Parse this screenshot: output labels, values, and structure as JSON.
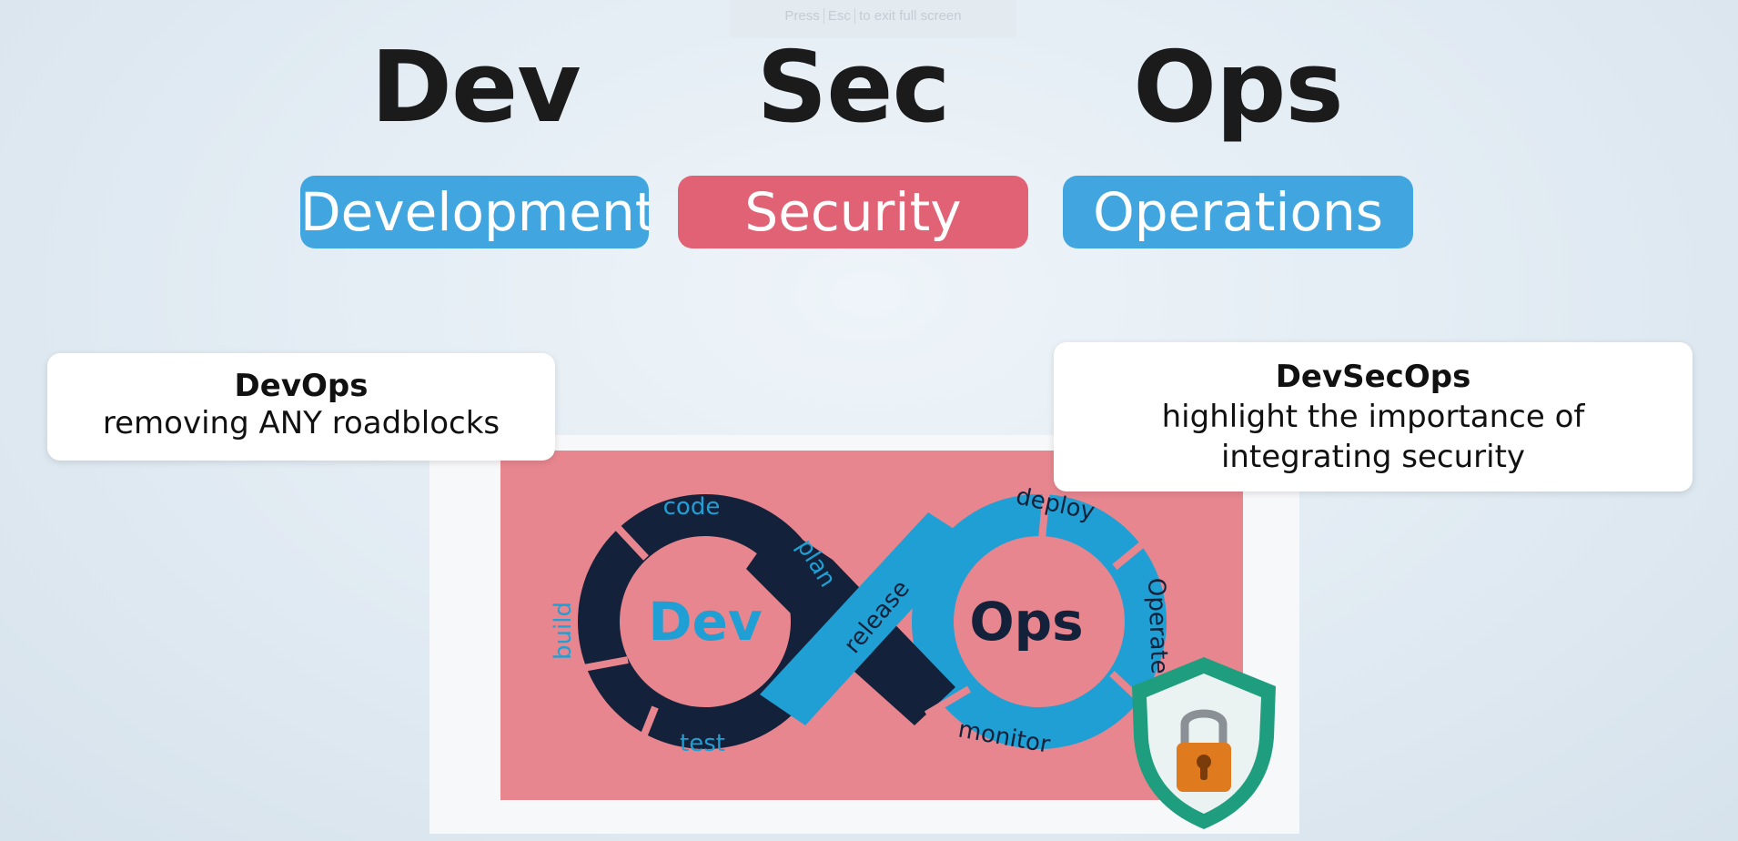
{
  "fullscreen_hint": {
    "pre": "Press",
    "key": "Esc",
    "post": "to exit full screen"
  },
  "headings": {
    "dev": "Dev",
    "sec": "Sec",
    "ops": "Ops"
  },
  "pills": {
    "development": {
      "label": "Development",
      "color": "#41a6e0"
    },
    "security": {
      "label": "Security",
      "color": "#e06274"
    },
    "operations": {
      "label": "Operations",
      "color": "#41a6e0"
    }
  },
  "devops_card": {
    "title": "DevOps",
    "description": "removing ANY roadblocks"
  },
  "devsecops_card": {
    "title": "DevSecOps",
    "line1": "highlight the importance of",
    "line2": "integrating security"
  },
  "diagram": {
    "dev_label": "Dev",
    "ops_label": "Ops",
    "stages": {
      "code": "code",
      "plan": "plan",
      "build": "build",
      "test": "test",
      "release": "release",
      "deploy": "deploy",
      "operate": "Operate",
      "monitor": "monitor"
    },
    "colors": {
      "background": "#e8868f",
      "dark": "#14213a",
      "blue": "#1f9fd3"
    },
    "shield_icon": "shield-lock-icon"
  }
}
